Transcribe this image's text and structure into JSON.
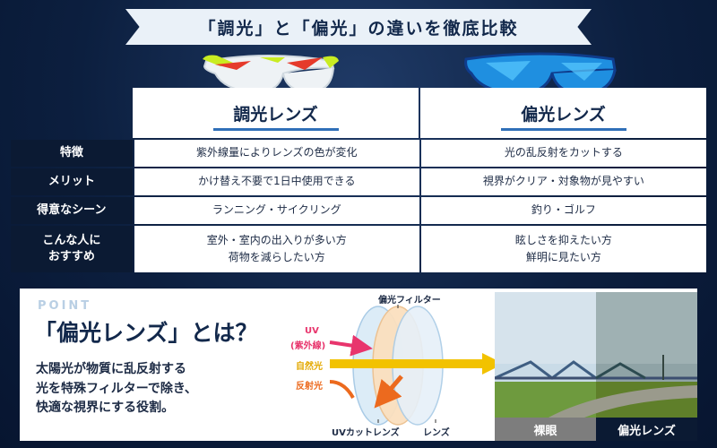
{
  "title": "「調光」と「偏光」の違いを徹底比較",
  "table": {
    "headers": [
      "調光レンズ",
      "偏光レンズ"
    ],
    "rows": [
      {
        "label": [
          "特徴"
        ],
        "photochromic": [
          "紫外線量によりレンズの色が変化"
        ],
        "polarized": [
          "光の乱反射をカットする"
        ]
      },
      {
        "label": [
          "メリット"
        ],
        "photochromic": [
          "かけ替え不要で1日中使用できる"
        ],
        "polarized": [
          "視界がクリア・対象物が見やすい"
        ]
      },
      {
        "label": [
          "得意なシーン"
        ],
        "photochromic": [
          "ランニング・サイクリング"
        ],
        "polarized": [
          "釣り・ゴルフ"
        ]
      },
      {
        "label": [
          "こんな人に",
          "おすすめ"
        ],
        "photochromic": [
          "室外・室内の出入りが多い方",
          "荷物を減らしたい方"
        ],
        "polarized": [
          "眩しさを抑えたい方",
          "鮮明に見たい方"
        ]
      }
    ]
  },
  "point": {
    "tag": "POINT",
    "title": "「偏光レンズ」とは？",
    "body": [
      "太陽光が物質に乱反射する",
      "光を特殊フィルターで除き、",
      "快適な視界にする役割。"
    ],
    "diagram": {
      "filter_label": "偏光フィルター",
      "uv_label": "UV",
      "uv_sub": "(紫外線)",
      "natural_label": "自然光",
      "reflected_label": "反射光",
      "uvcut_label": "UVカットレンズ",
      "lens_label": "レンズ"
    },
    "photo": {
      "naked_label": "裸眼",
      "polarized_label": "偏光レンズ"
    }
  },
  "colors": {
    "navy": "#0b1a33",
    "accent_blue": "#2f6fb8",
    "uv_pink": "#e8356d",
    "natural_yellow": "#f2c200",
    "reflected_orange": "#ec6a1e"
  }
}
